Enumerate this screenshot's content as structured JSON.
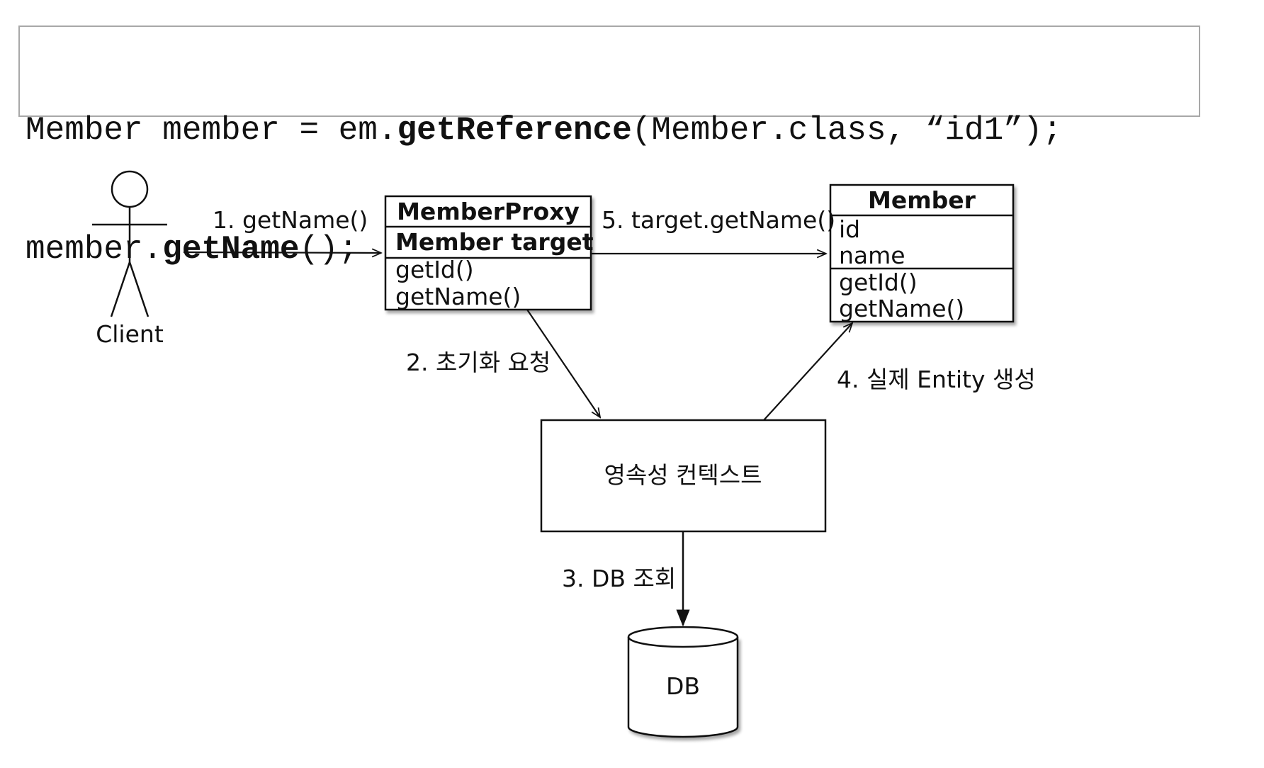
{
  "code": {
    "line1": [
      {
        "text": "Member member = em.",
        "bold": false
      },
      {
        "text": "getReference",
        "bold": true
      },
      {
        "text": "(Member.class, “id1”);",
        "bold": false
      }
    ],
    "line2": [
      {
        "text": "member.",
        "bold": false
      },
      {
        "text": "getName",
        "bold": true
      },
      {
        "text": "();",
        "bold": false
      }
    ]
  },
  "client": {
    "label": "Client"
  },
  "proxy": {
    "title": "MemberProxy",
    "field": "Member target",
    "methods": [
      "getId()",
      "getName()"
    ]
  },
  "member": {
    "title": "Member",
    "fields": [
      "id",
      "name"
    ],
    "methods": [
      "getId()",
      "getName()"
    ]
  },
  "context": {
    "label": "영속성 컨텍스트"
  },
  "db": {
    "label": "DB"
  },
  "steps": {
    "step1": "1. getName()",
    "step2": "2. 초기화 요청",
    "step3": "3. DB 조회",
    "step4": "4. 실제 Entity 생성",
    "step5": "5. target.getName()"
  }
}
